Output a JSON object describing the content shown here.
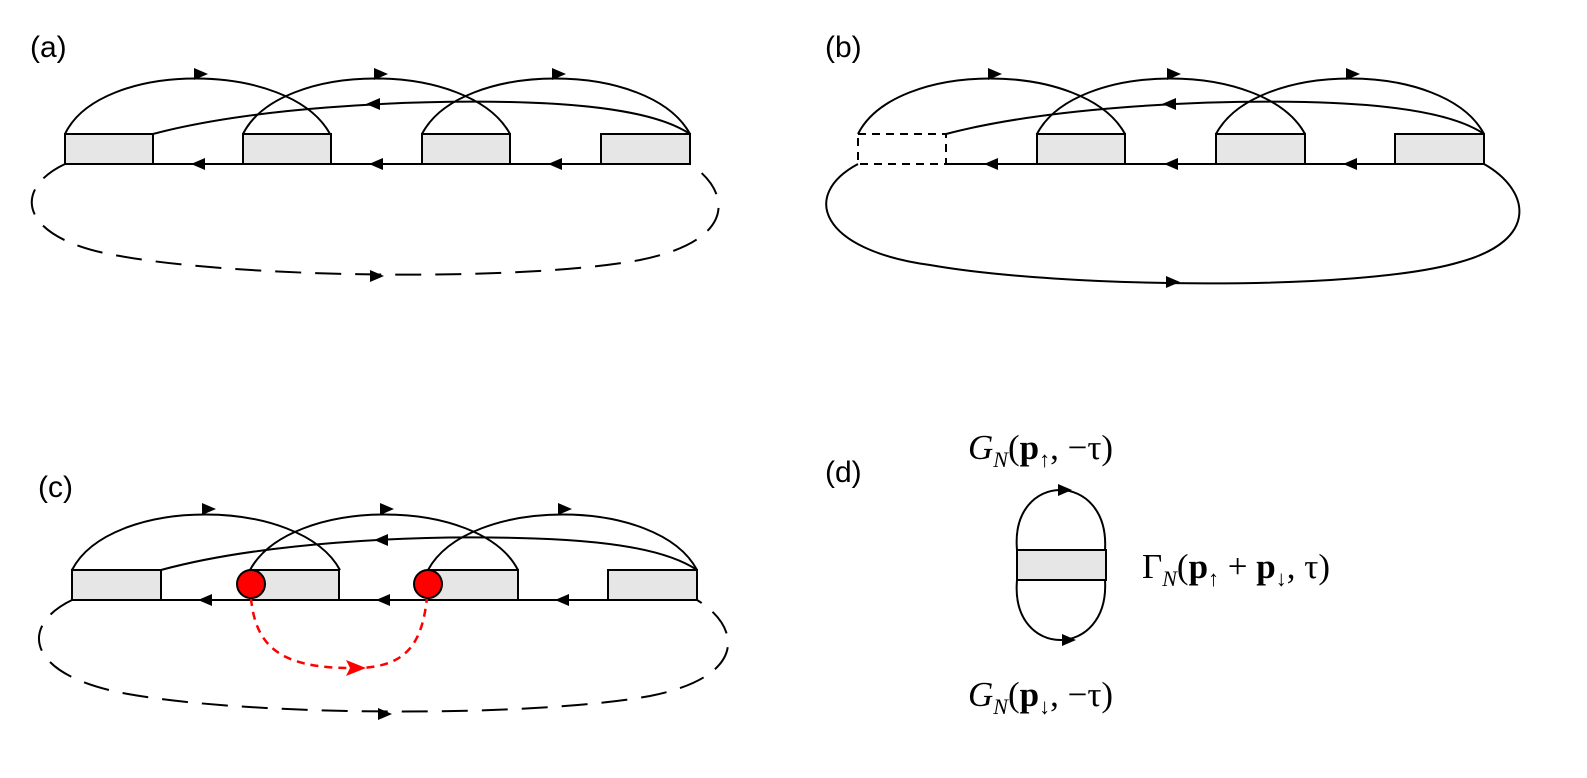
{
  "panels": {
    "a": {
      "label": "(a)"
    },
    "b": {
      "label": "(b)"
    },
    "c": {
      "label": "(c)"
    },
    "d": {
      "label": "(d)",
      "top_propagator": {
        "symbol": "G",
        "subscript": "N",
        "open": "(",
        "momentum": "p",
        "momentum_sub": "↑",
        "rest": ", −τ)"
      },
      "bottom_propagator": {
        "symbol": "G",
        "subscript": "N",
        "open": "(",
        "momentum": "p",
        "momentum_sub": "↓",
        "rest": ", −τ)"
      },
      "vertex": {
        "symbol": "Γ",
        "subscript": "N",
        "open": "(",
        "momentum1": "p",
        "momentum1_sub": "↑",
        "plus": " + ",
        "momentum2": "p",
        "momentum2_sub": "↓",
        "rest": ", τ)"
      }
    }
  },
  "colors": {
    "box_fill": "#e6e6e6",
    "line": "#000000",
    "highlight": "#ff0000"
  }
}
